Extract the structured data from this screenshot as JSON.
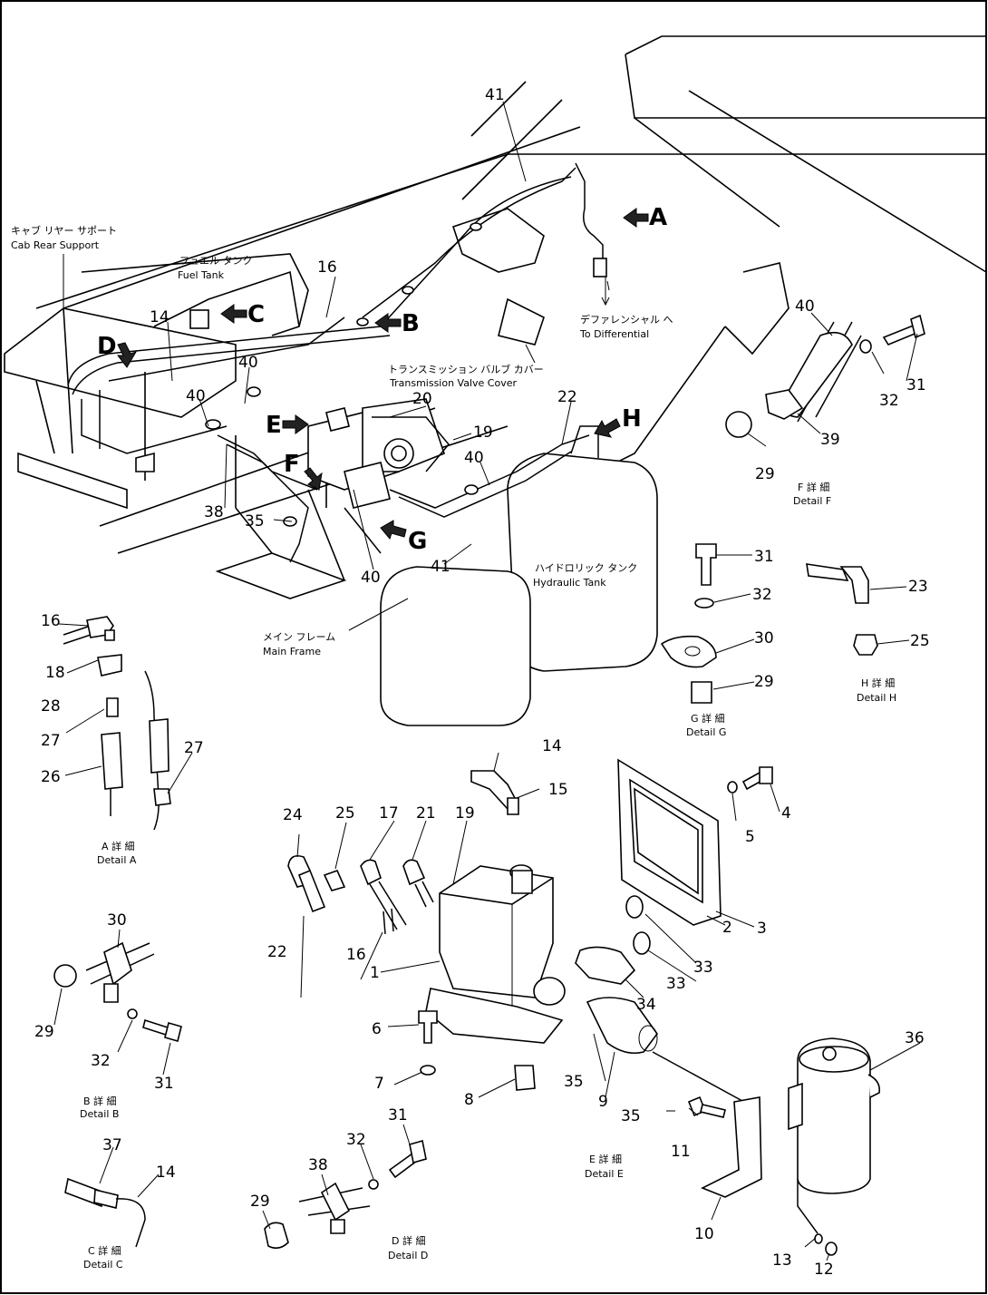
{
  "diagram": {
    "part_numbers": [
      "1",
      "2",
      "3",
      "4",
      "5",
      "6",
      "7",
      "8",
      "9",
      "10",
      "11",
      "12",
      "13",
      "14",
      "15",
      "16",
      "17",
      "18",
      "19",
      "20",
      "21",
      "22",
      "23",
      "24",
      "25",
      "26",
      "27",
      "28",
      "29",
      "30",
      "31",
      "32",
      "33",
      "34",
      "35",
      "36",
      "37",
      "38",
      "39",
      "40",
      "41"
    ],
    "view_letters": [
      "A",
      "B",
      "C",
      "D",
      "E",
      "F",
      "G",
      "H"
    ],
    "captions": {
      "cab_rear_support_jp": "キャブ リヤー サポート",
      "cab_rear_support_en": "Cab Rear Support",
      "fuel_tank_jp": "フュエル タンク",
      "fuel_tank_en": "Fuel  Tank",
      "transmission_cover_jp": "トランスミッション バルブ カバー",
      "transmission_cover_en": "Transmission Valve Cover",
      "differential_jp": "デファレンシャル へ",
      "differential_en": "To Differential",
      "hydraulic_tank_jp": "ハイドロリック タンク",
      "hydraulic_tank_en": "Hydraulic Tank",
      "main_frame_jp": "メイン フレーム",
      "main_frame_en": "Main Frame"
    },
    "details": {
      "a_jp": "A 詳 細",
      "a_en": "Detail A",
      "b_jp": "B 詳 細",
      "b_en": "Detail B",
      "c_jp": "C 詳 細",
      "c_en": "Detail C",
      "d_jp": "D 詳 細",
      "d_en": "Detail D",
      "e_jp": "E 詳 細",
      "e_en": "Detail E",
      "f_jp": "F 詳 細",
      "f_en": "Detail F",
      "g_jp": "G 詳 細",
      "g_en": "Detail G",
      "h_jp": "H 詳 細",
      "h_en": "Detail H"
    }
  }
}
